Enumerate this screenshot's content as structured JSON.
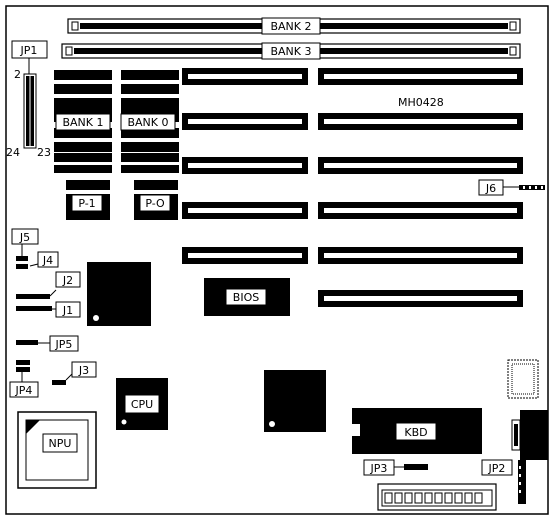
{
  "diagram_id": "MH0428",
  "labels": {
    "bank2": "BANK 2",
    "bank3": "BANK 3",
    "bank1": "BANK 1",
    "bank0": "BANK 0",
    "p1": "P-1",
    "p0": "P-O",
    "bios": "BIOS",
    "cpu": "CPU",
    "npu": "NPU",
    "kbd": "KBD"
  },
  "jumpers": {
    "jp1": "JP1",
    "jp2": "JP2",
    "jp3": "JP3",
    "jp4": "JP4",
    "jp5": "JP5",
    "j1": "J1",
    "j2": "J2",
    "j3": "J3",
    "j4": "J4",
    "j5": "J5",
    "j6": "J6"
  },
  "jp1_pins": {
    "top_left": "2",
    "bottom_left": "24",
    "bottom_right": "23"
  },
  "colors": {
    "ink": "#000000",
    "paper": "#ffffff"
  }
}
